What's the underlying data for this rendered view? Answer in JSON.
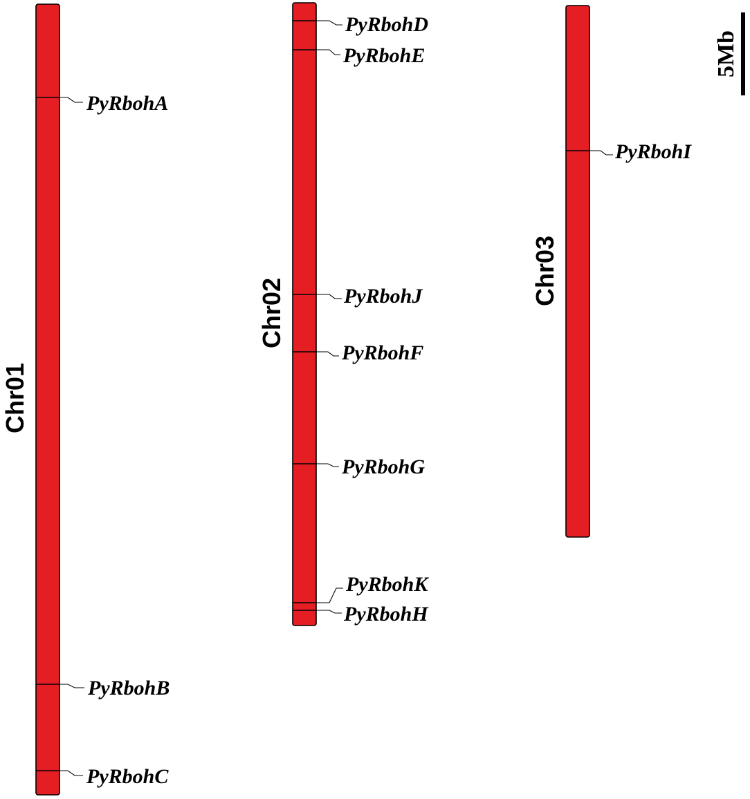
{
  "colors": {
    "chromosome_fill": "#e41e22",
    "outline": "#000000"
  },
  "scale": {
    "label": "5Mb",
    "length_mb": 5
  },
  "chromosomes": [
    {
      "name": "Chr01",
      "length_mb": 48.1,
      "genes": [
        {
          "name": "PyRbohA",
          "pos_mb": 5.6
        },
        {
          "name": "PyRbohB",
          "pos_mb": 41.4
        },
        {
          "name": "PyRbohC",
          "pos_mb": 46.6
        }
      ]
    },
    {
      "name": "Chr02",
      "length_mb": 37.8,
      "genes": [
        {
          "name": "PyRbohD",
          "pos_mb": 1.1
        },
        {
          "name": "PyRbohE",
          "pos_mb": 2.8
        },
        {
          "name": "PyRbohJ",
          "pos_mb": 17.7
        },
        {
          "name": "PyRbohF",
          "pos_mb": 21.1
        },
        {
          "name": "PyRbohG",
          "pos_mb": 27.9
        },
        {
          "name": "PyRbohK",
          "pos_mb": 35.3
        },
        {
          "name": "PyRbohH",
          "pos_mb": 35.9
        }
      ]
    },
    {
      "name": "Chr03",
      "length_mb": 32.3,
      "genes": [
        {
          "name": "PyRbohI",
          "pos_mb": 8.8
        }
      ]
    }
  ]
}
